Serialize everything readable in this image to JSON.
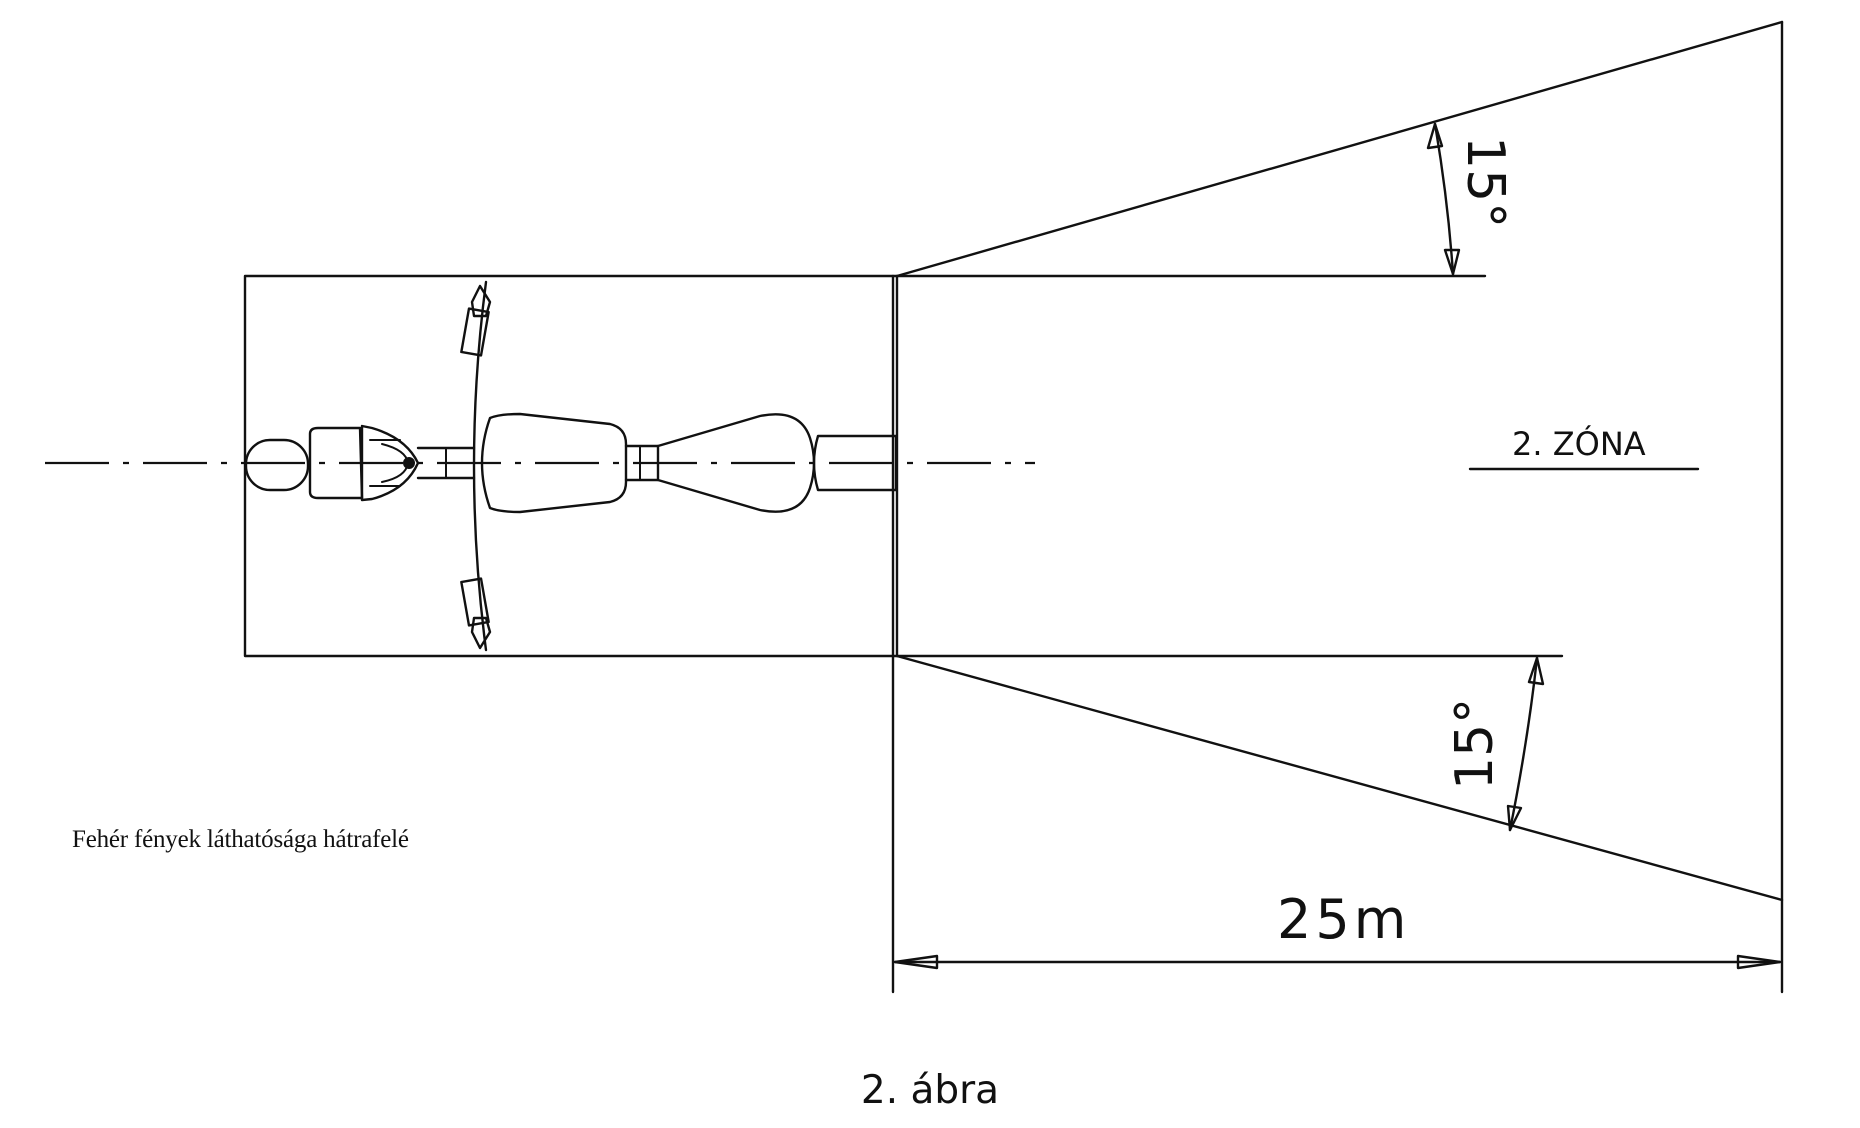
{
  "labels": {
    "zone": "2. ZÓNA",
    "angle_top": "15°",
    "angle_bottom": "15°",
    "distance": "25m",
    "caption": "Fehér fények láthatósága hátrafelé",
    "figure_number": "2. ábra"
  }
}
